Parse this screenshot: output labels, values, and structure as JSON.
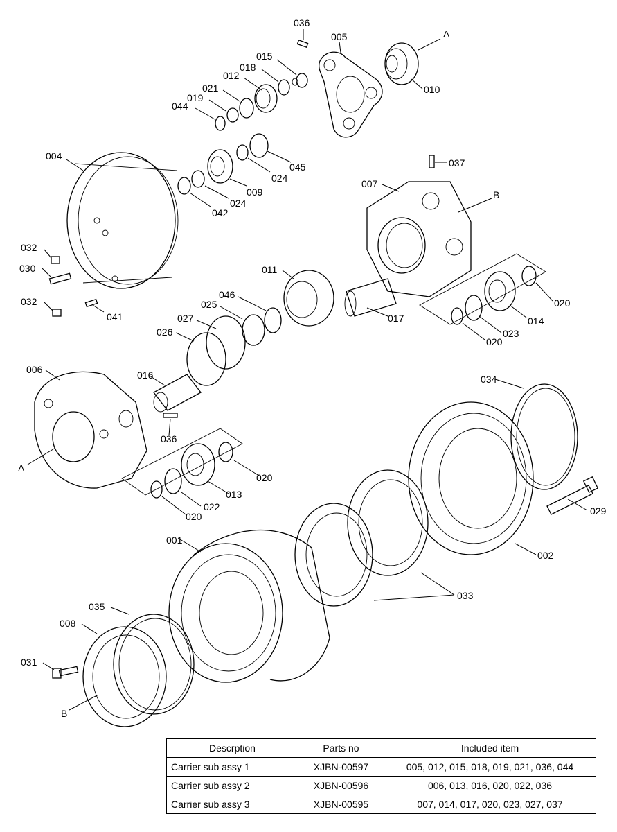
{
  "callouts": [
    {
      "id": "c036a",
      "text": "036"
    },
    {
      "id": "c005",
      "text": "005"
    },
    {
      "id": "cA1",
      "text": "A"
    },
    {
      "id": "c015",
      "text": "015"
    },
    {
      "id": "c018",
      "text": "018"
    },
    {
      "id": "c012",
      "text": "012"
    },
    {
      "id": "c021",
      "text": "021"
    },
    {
      "id": "c019",
      "text": "019"
    },
    {
      "id": "c044",
      "text": "044"
    },
    {
      "id": "c010",
      "text": "010"
    },
    {
      "id": "c004",
      "text": "004"
    },
    {
      "id": "c045",
      "text": "045"
    },
    {
      "id": "c024a",
      "text": "024"
    },
    {
      "id": "c009",
      "text": "009"
    },
    {
      "id": "c024b",
      "text": "024"
    },
    {
      "id": "c042",
      "text": "042"
    },
    {
      "id": "c037",
      "text": "037"
    },
    {
      "id": "c007",
      "text": "007"
    },
    {
      "id": "cB1",
      "text": "B"
    },
    {
      "id": "c032a",
      "text": "032"
    },
    {
      "id": "c030",
      "text": "030"
    },
    {
      "id": "c032b",
      "text": "032"
    },
    {
      "id": "c041",
      "text": "041"
    },
    {
      "id": "c011",
      "text": "011"
    },
    {
      "id": "c046",
      "text": "046"
    },
    {
      "id": "c025",
      "text": "025"
    },
    {
      "id": "c027",
      "text": "027"
    },
    {
      "id": "c026",
      "text": "026"
    },
    {
      "id": "c017",
      "text": "017"
    },
    {
      "id": "c020a",
      "text": "020"
    },
    {
      "id": "c014",
      "text": "014"
    },
    {
      "id": "c023",
      "text": "023"
    },
    {
      "id": "c020b",
      "text": "020"
    },
    {
      "id": "c006",
      "text": "006"
    },
    {
      "id": "c016",
      "text": "016"
    },
    {
      "id": "c036b",
      "text": "036"
    },
    {
      "id": "cA2",
      "text": "A"
    },
    {
      "id": "c020c",
      "text": "020"
    },
    {
      "id": "c013",
      "text": "013"
    },
    {
      "id": "c022",
      "text": "022"
    },
    {
      "id": "c020d",
      "text": "020"
    },
    {
      "id": "c034",
      "text": "034"
    },
    {
      "id": "c029",
      "text": "029"
    },
    {
      "id": "c001",
      "text": "001"
    },
    {
      "id": "c002",
      "text": "002"
    },
    {
      "id": "c033",
      "text": "033"
    },
    {
      "id": "c035",
      "text": "035"
    },
    {
      "id": "c008",
      "text": "008"
    },
    {
      "id": "c031",
      "text": "031"
    },
    {
      "id": "cB2",
      "text": "B"
    }
  ],
  "table": {
    "headers": [
      "Descrption",
      "Parts no",
      "Included item"
    ],
    "rows": [
      [
        "Carrier sub assy 1",
        "XJBN-00597",
        "005, 012, 015, 018, 019, 021, 036, 044"
      ],
      [
        "Carrier sub assy 2",
        "XJBN-00596",
        "006, 013, 016, 020, 022, 036"
      ],
      [
        "Carrier sub assy 3",
        "XJBN-00595",
        "007, 014, 017, 020, 023, 027, 037"
      ]
    ]
  }
}
